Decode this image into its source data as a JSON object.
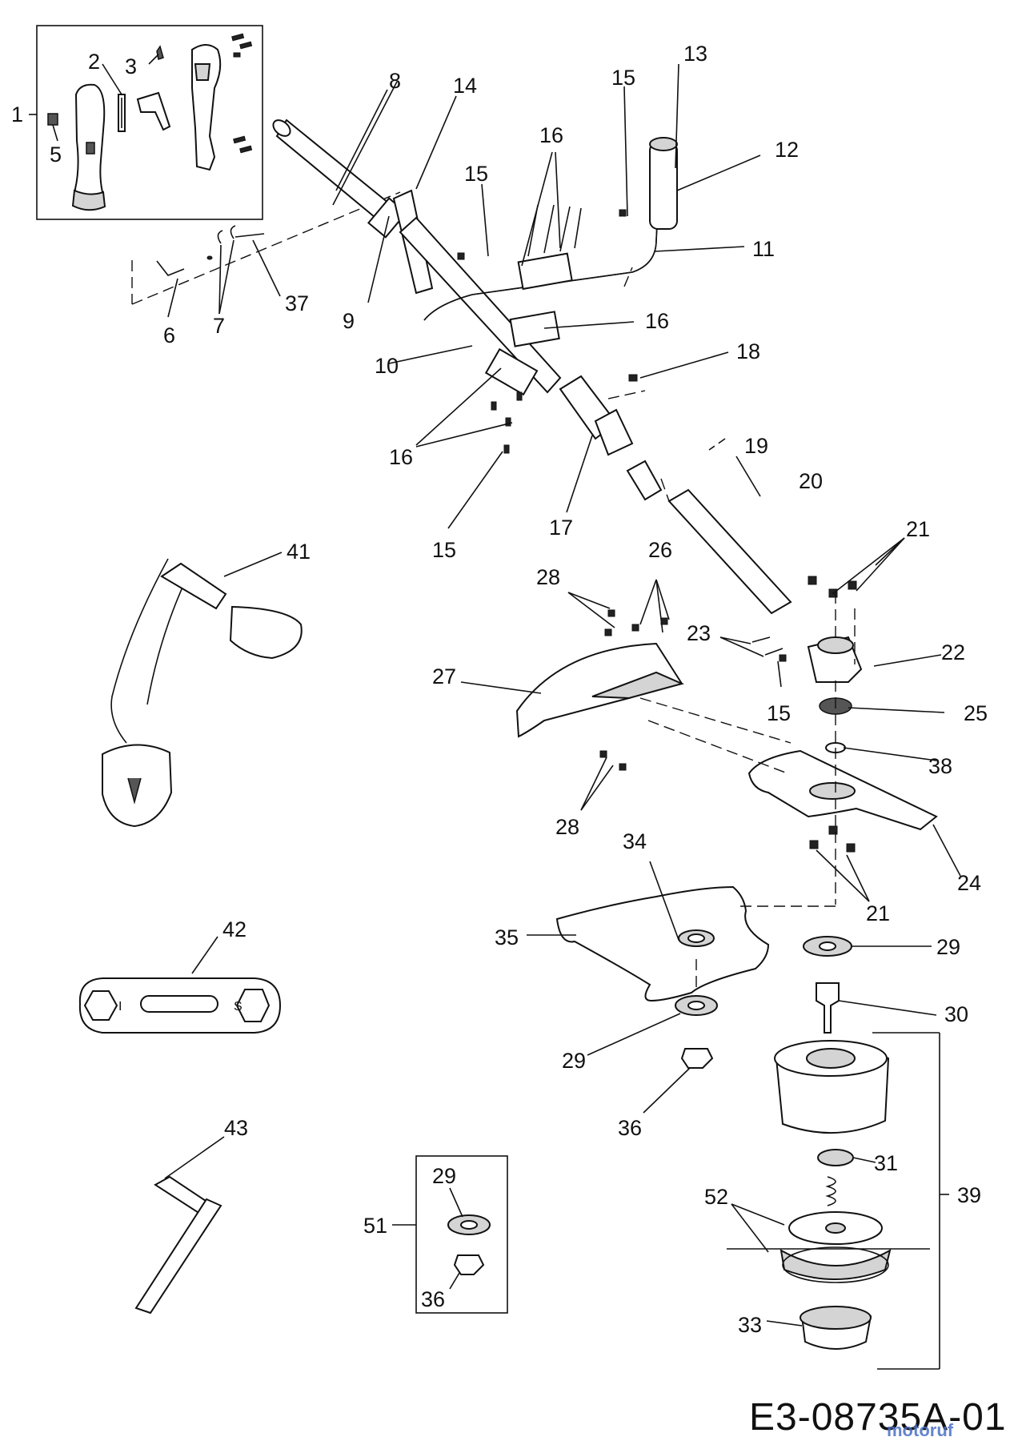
{
  "drawing_number": "E3-08735A-01",
  "watermark": "motoruf",
  "labels": [
    {
      "key": "l1",
      "text": "1"
    },
    {
      "key": "l2",
      "text": "2"
    },
    {
      "key": "l3",
      "text": "3"
    },
    {
      "key": "l5",
      "text": "5"
    },
    {
      "key": "l6",
      "text": "6"
    },
    {
      "key": "l7",
      "text": "7"
    },
    {
      "key": "l37",
      "text": "37"
    },
    {
      "key": "l8",
      "text": "8"
    },
    {
      "key": "l9",
      "text": "9"
    },
    {
      "key": "l14",
      "text": "14"
    },
    {
      "key": "l15a",
      "text": "15"
    },
    {
      "key": "l15b",
      "text": "15"
    },
    {
      "key": "l15c",
      "text": "15"
    },
    {
      "key": "l15d",
      "text": "15"
    },
    {
      "key": "l16a",
      "text": "16"
    },
    {
      "key": "l16b",
      "text": "16"
    },
    {
      "key": "l16c",
      "text": "16"
    },
    {
      "key": "l13",
      "text": "13"
    },
    {
      "key": "l12",
      "text": "12"
    },
    {
      "key": "l11",
      "text": "11"
    },
    {
      "key": "l10",
      "text": "10"
    },
    {
      "key": "l18",
      "text": "18"
    },
    {
      "key": "l17",
      "text": "17"
    },
    {
      "key": "l19",
      "text": "19"
    },
    {
      "key": "l20",
      "text": "20"
    },
    {
      "key": "l21a",
      "text": "21"
    },
    {
      "key": "l21b",
      "text": "21"
    },
    {
      "key": "l22",
      "text": "22"
    },
    {
      "key": "l23",
      "text": "23"
    },
    {
      "key": "l25",
      "text": "25"
    },
    {
      "key": "l38",
      "text": "38"
    },
    {
      "key": "l24",
      "text": "24"
    },
    {
      "key": "l26",
      "text": "26"
    },
    {
      "key": "l27",
      "text": "27"
    },
    {
      "key": "l28a",
      "text": "28"
    },
    {
      "key": "l28b",
      "text": "28"
    },
    {
      "key": "l41",
      "text": "41"
    },
    {
      "key": "l34",
      "text": "34"
    },
    {
      "key": "l35",
      "text": "35"
    },
    {
      "key": "l29a",
      "text": "29"
    },
    {
      "key": "l29b",
      "text": "29"
    },
    {
      "key": "l29c",
      "text": "29"
    },
    {
      "key": "l30",
      "text": "30"
    },
    {
      "key": "l36a",
      "text": "36"
    },
    {
      "key": "l36b",
      "text": "36"
    },
    {
      "key": "l39",
      "text": "39"
    },
    {
      "key": "l31",
      "text": "31"
    },
    {
      "key": "l52",
      "text": "52"
    },
    {
      "key": "l33",
      "text": "33"
    },
    {
      "key": "l51",
      "text": "51"
    },
    {
      "key": "l42",
      "text": "42"
    },
    {
      "key": "l43",
      "text": "43"
    }
  ]
}
